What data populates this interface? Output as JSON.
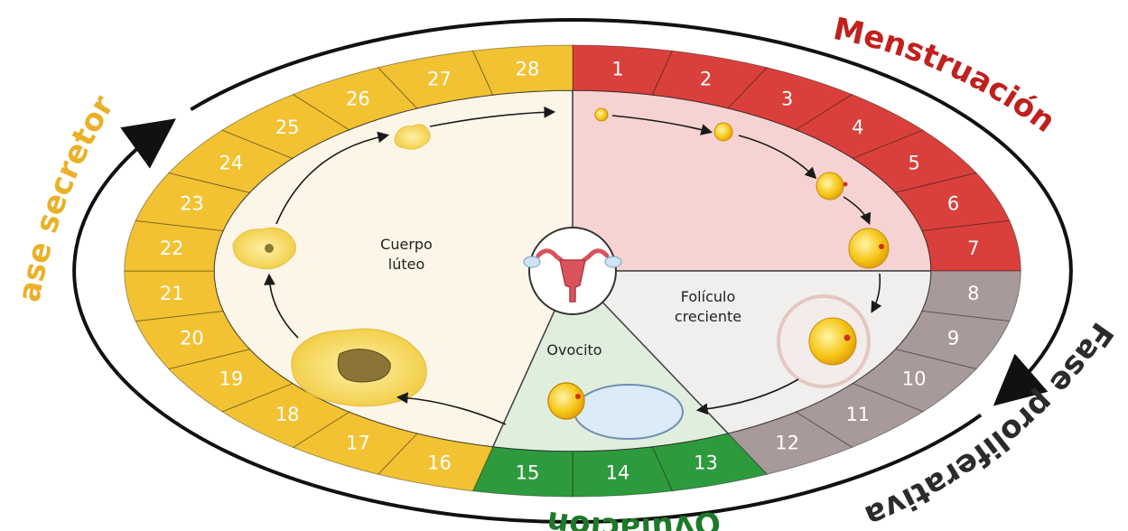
{
  "phases": {
    "menstruacion": {
      "label": "Menstruación",
      "color": "#d9403c",
      "light": "#f6d3d2",
      "text_color": "#c0201e"
    },
    "proliferativa": {
      "label": "Fase proliferativa",
      "color": "#a8999a",
      "light": "#f0efee",
      "text_color": "#2b2b2b"
    },
    "ovulacion": {
      "label": "Ovulación",
      "color": "#2e9a3e",
      "light": "#e0eedd",
      "text_color": "#1e7a2a"
    },
    "secretora": {
      "label": "Fase secretora",
      "color": "#f2c232",
      "light": "#fbf6e7",
      "text_color": "#eab128"
    }
  },
  "days": [
    {
      "n": "1",
      "phase": "menstruacion"
    },
    {
      "n": "2",
      "phase": "menstruacion"
    },
    {
      "n": "3",
      "phase": "menstruacion"
    },
    {
      "n": "4",
      "phase": "menstruacion"
    },
    {
      "n": "5",
      "phase": "menstruacion"
    },
    {
      "n": "6",
      "phase": "menstruacion"
    },
    {
      "n": "7",
      "phase": "menstruacion"
    },
    {
      "n": "8",
      "phase": "proliferativa"
    },
    {
      "n": "9",
      "phase": "proliferativa"
    },
    {
      "n": "10",
      "phase": "proliferativa"
    },
    {
      "n": "11",
      "phase": "proliferativa"
    },
    {
      "n": "12",
      "phase": "proliferativa"
    },
    {
      "n": "13",
      "phase": "ovulacion"
    },
    {
      "n": "14",
      "phase": "ovulacion"
    },
    {
      "n": "15",
      "phase": "ovulacion"
    },
    {
      "n": "16",
      "phase": "secretora"
    },
    {
      "n": "17",
      "phase": "secretora"
    },
    {
      "n": "18",
      "phase": "secretora"
    },
    {
      "n": "19",
      "phase": "secretora"
    },
    {
      "n": "20",
      "phase": "secretora"
    },
    {
      "n": "21",
      "phase": "secretora"
    },
    {
      "n": "22",
      "phase": "secretora"
    },
    {
      "n": "23",
      "phase": "secretora"
    },
    {
      "n": "24",
      "phase": "secretora"
    },
    {
      "n": "25",
      "phase": "secretora"
    },
    {
      "n": "26",
      "phase": "secretora"
    },
    {
      "n": "27",
      "phase": "secretora"
    },
    {
      "n": "28",
      "phase": "secretora"
    }
  ],
  "inner_labels": {
    "cuerpo_luteo_line1": "Cuerpo",
    "cuerpo_luteo_line2": "lúteo",
    "foliculo_line1": "Folículo",
    "foliculo_line2": "creciente",
    "ovocito": "Ovocito"
  },
  "icons": [
    "uterus-icon",
    "follicle-icon",
    "oocyte-icon",
    "corpus-luteum-icon",
    "cycle-arrow-icon"
  ]
}
